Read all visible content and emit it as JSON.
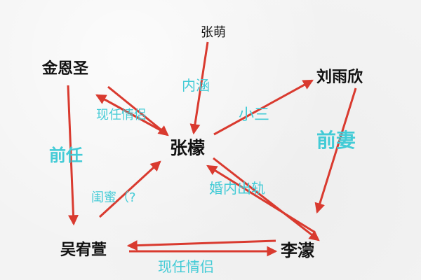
{
  "nodes": {
    "jin_ensheng": "金恩圣",
    "zhang_meng_top": "张萌",
    "liu_yuxin": "刘雨欣",
    "zhang_meng_center": "张檬",
    "wu_youxuan": "吴宥萱",
    "li_mao": "李濛"
  },
  "labels": {
    "neihan": "内涵",
    "xiaosan": "小三",
    "xianren_qinglv_1": "现任情侣",
    "qianren": "前任",
    "qianqi": "前妻",
    "hunnei_chugui": "婚内出轨",
    "guimi": "闺蜜（?",
    "xianren_qinglv_2": "现任情侣"
  },
  "colors": {
    "arrow": "#d93a2f",
    "label": "#43cbd6",
    "node_text": "#111111",
    "background": "#f3f3f3"
  }
}
